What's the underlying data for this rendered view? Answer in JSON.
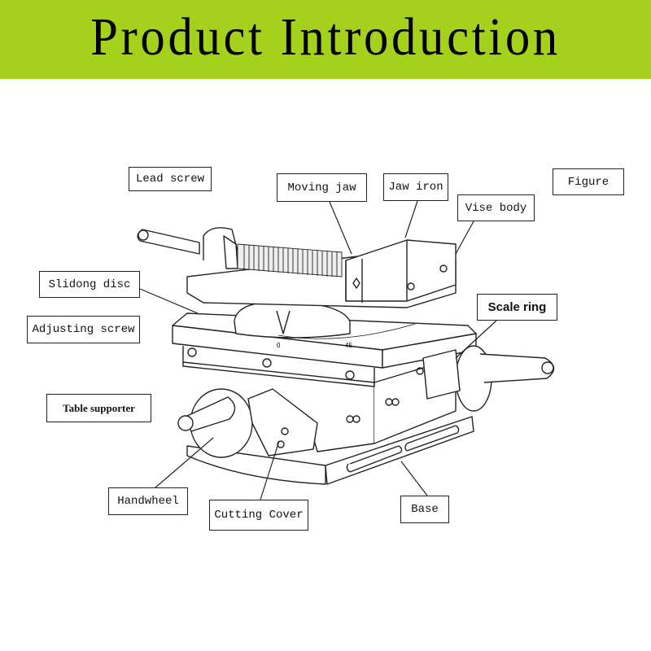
{
  "header": {
    "title": "Product Introduction",
    "background_color": "#a4d21c"
  },
  "diagram": {
    "scale_marks": [
      "0",
      "45"
    ],
    "labels": {
      "lead_screw": "Lead screw",
      "moving_jaw": "Moving jaw",
      "jaw_iron": "Jaw iron",
      "figure": "Figure",
      "vise_body": "Vise body",
      "slidong_disc": "Slidong disc",
      "scale_ring": "Scale ring",
      "adjusting_screw": "Adjusting screw",
      "table_supporter": "Table supporter",
      "handwheel": "Handwheel",
      "cutting_cover": "Cutting Cover",
      "base": "Base"
    }
  }
}
